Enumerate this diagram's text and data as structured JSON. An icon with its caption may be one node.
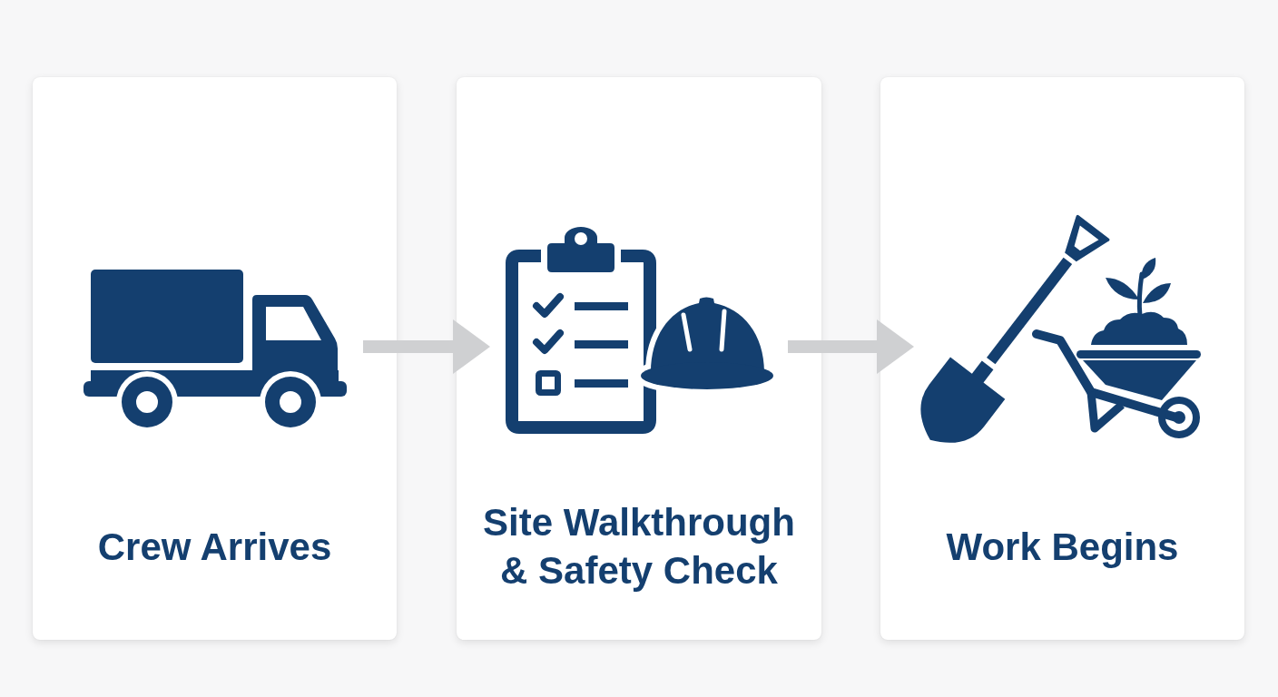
{
  "diagram": {
    "nodes": [
      {
        "text": [
          "Crew Arrives"
        ]
      },
      {
        "text": [
          "Site Walkthrough & Safety Check"
        ]
      },
      {
        "text": [
          "Work Begins"
        ]
      }
    ],
    "edges": [
      {
        "from": 0,
        "to": 1,
        "arrow": "to"
      },
      {
        "from": 1,
        "to": 2,
        "arrow": "to"
      }
    ]
  }
}
